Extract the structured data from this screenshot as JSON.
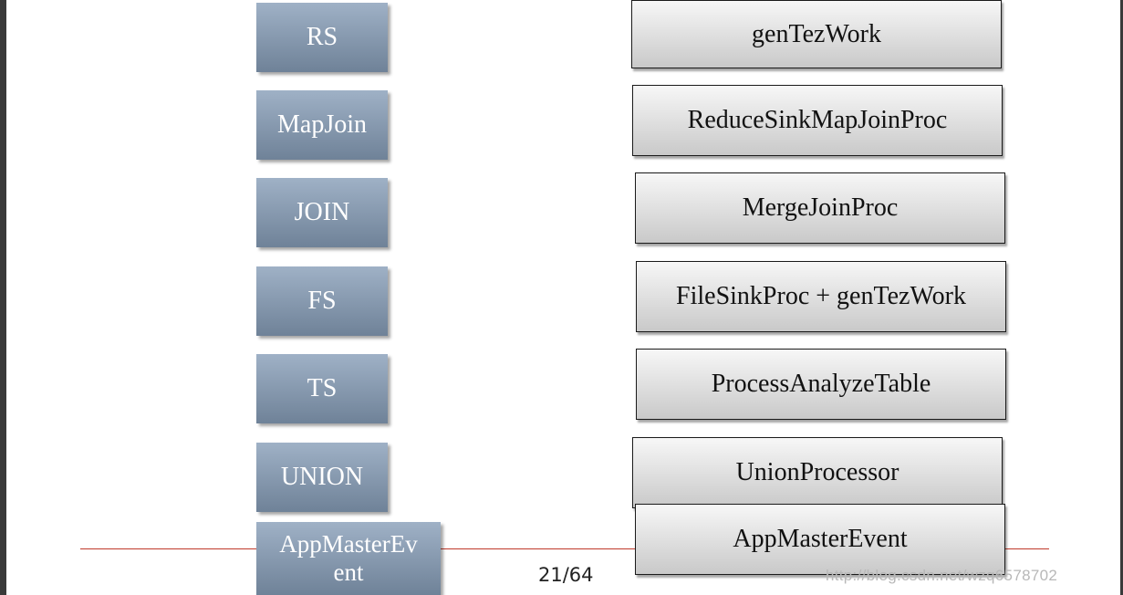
{
  "operators": [
    "RS",
    "MapJoin",
    "JOIN",
    "FS",
    "TS",
    "UNION",
    "AppMasterEv ent"
  ],
  "processors": [
    "genTezWork",
    "ReduceSinkMapJoinProc",
    "MergeJoinProc",
    "FileSinkProc + genTezWork",
    "ProcessAnalyzeTable",
    "UnionProcessor",
    "AppMasterEvent"
  ],
  "footer": {
    "page": "21/64",
    "watermark": "http://blog.csdn.net/wzq6578702"
  },
  "colors": {
    "operator_fill": "#8497ad",
    "processor_fill": "#e3e3e3",
    "footer_line": "#c0392b"
  }
}
